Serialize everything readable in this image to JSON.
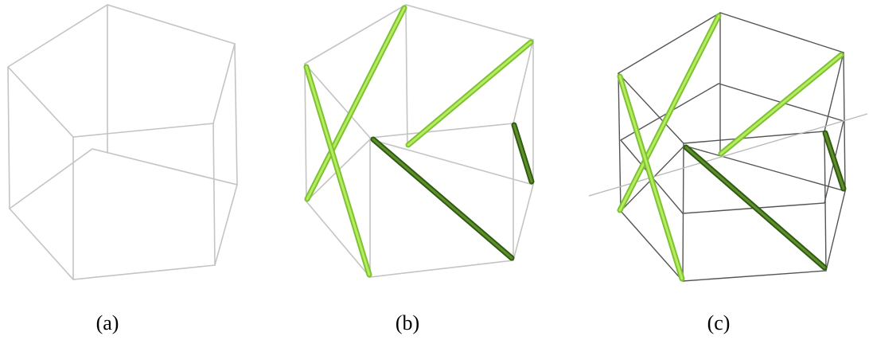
{
  "panels": [
    {
      "caption": "(a)"
    },
    {
      "caption": "(b)"
    },
    {
      "caption": "(c)"
    }
  ],
  "colors": {
    "frame_light": "#c4c4c4",
    "frame_dark": "#555555",
    "strut_green": "#7cc233",
    "strut_green_highlight": "#b6ec5e",
    "strut_dark_green": "#2f5a12",
    "strut_dark_highlight": "#5f8f2a"
  }
}
